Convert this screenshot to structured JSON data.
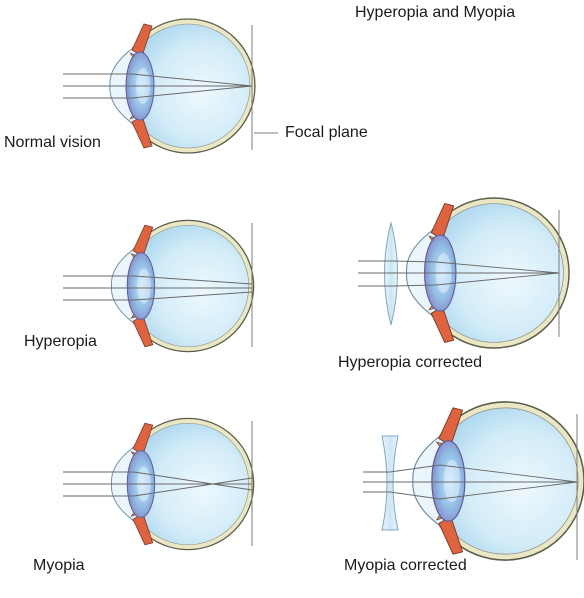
{
  "title": "Hyperopia and Myopia",
  "labels": {
    "normal": "Normal vision",
    "focal_plane": "Focal plane",
    "hyperopia": "Hyperopia",
    "hyperopia_corrected": "Hyperopia corrected",
    "myopia": "Myopia",
    "myopia_corrected": "Myopia corrected"
  },
  "colors": {
    "sclera": "#e9e7c4",
    "sclera_stroke": "#5c5c4a",
    "vitreous": "#c6e6f6",
    "vitreous_light": "#eef8fd",
    "iris": "#e0633f",
    "lens": "#a9bfe6",
    "lens_center": "#cfe9fa",
    "ray": "#6a6a6a",
    "corrective_lens": "#dceef8"
  }
}
